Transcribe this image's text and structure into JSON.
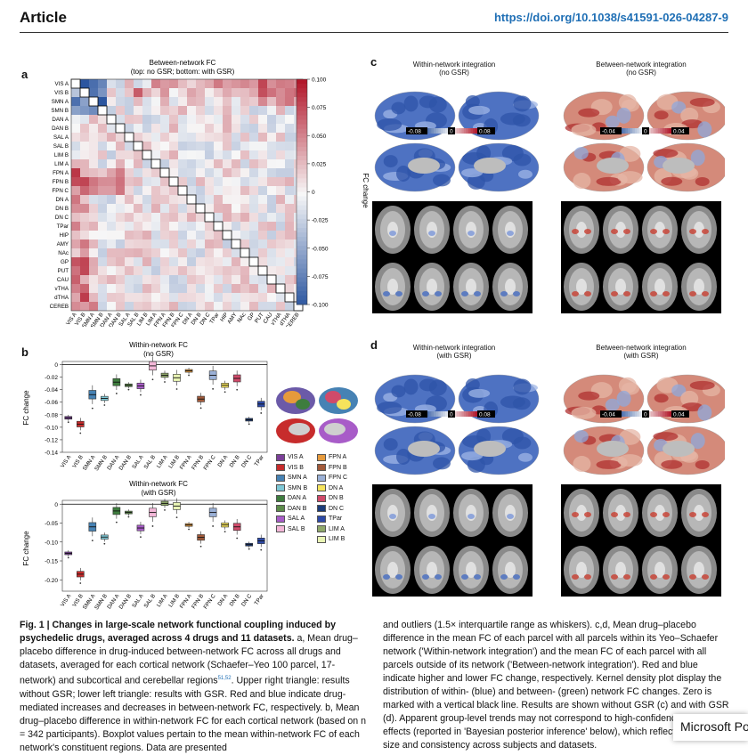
{
  "header": {
    "title": "Article",
    "doi": "https://doi.org/10.1038/s41591-026-04287-9"
  },
  "panel_a": {
    "label": "a",
    "title1": "Between-network FC",
    "title2": "(top: no GSR; bottom: with GSR)",
    "networks": [
      "VIS A",
      "VIS B",
      "SMN A",
      "SMN B",
      "DAN A",
      "DAN B",
      "SAL A",
      "SAL B",
      "LIM B",
      "LIM A",
      "FPN A",
      "FPN B",
      "FPN C",
      "DN A",
      "DN B",
      "DN C",
      "TPar",
      "HIP",
      "AMY",
      "NAc",
      "GP",
      "PUT",
      "CAU",
      "vTHA",
      "dTHA",
      "CEREB"
    ],
    "colorbar_label": "FC change",
    "colorbar_ticks": [
      "0.100",
      "0.075",
      "0.050",
      "0.025",
      "0",
      "-0.025",
      "-0.050",
      "-0.075",
      "-0.100"
    ],
    "colors": {
      "neg": "#2c56a0",
      "pos": "#b2182b",
      "mid": "#f7f7f7"
    }
  },
  "panel_b": {
    "label": "b",
    "top": {
      "title1": "Within-network FC",
      "title2": "(no GSR)",
      "ylabel": "FC change",
      "yticks": [
        "0",
        "-0.02",
        "-0.04",
        "-0.06",
        "-0.08",
        "-0.10",
        "-0.12",
        "-0.14"
      ]
    },
    "bottom": {
      "title1": "Within-network FC",
      "title2": "(with GSR)",
      "ylabel": "FC change",
      "yticks": [
        "0",
        "-0.05",
        "-0.10",
        "-0.15",
        "-0.20"
      ]
    },
    "categories": [
      "VIS A",
      "VIS B",
      "SMN A",
      "SMN B",
      "DAN A",
      "DAN B",
      "SAL A",
      "SAL B",
      "LIM A",
      "LIM B",
      "FPN A",
      "FPN B",
      "FPN C",
      "DN A",
      "DN B",
      "DN C",
      "TPar"
    ]
  },
  "chart_data": [
    {
      "type": "heatmap",
      "title": "Between-network FC",
      "subtitle": "(top: no GSR; bottom: with GSR)",
      "rows": [
        "VIS A",
        "VIS B",
        "SMN A",
        "SMN B",
        "DAN A",
        "DAN B",
        "SAL A",
        "SAL B",
        "LIM B",
        "LIM A",
        "FPN A",
        "FPN B",
        "FPN C",
        "DN A",
        "DN B",
        "DN C",
        "TPar",
        "HIP",
        "AMY",
        "NAc",
        "GP",
        "PUT",
        "CAU",
        "vTHA",
        "dTHA",
        "CEREB"
      ],
      "zlabel": "FC change",
      "zlim": [
        -0.1,
        0.1
      ],
      "highlights": [
        {
          "row": 0,
          "col": 1,
          "value": -0.1
        },
        {
          "row": 2,
          "col": 3,
          "value": -0.1
        },
        {
          "row": 1,
          "col": 7,
          "value": 0.07
        },
        {
          "row": 11,
          "col": 1,
          "value": 0.08
        },
        {
          "row": 11,
          "col": 5,
          "value": 0.06
        },
        {
          "row": 21,
          "col": 0,
          "value": 0.06
        },
        {
          "row": 0,
          "col": 21,
          "value": 0.08
        },
        {
          "row": 1,
          "col": 22,
          "value": 0.06
        }
      ]
    },
    {
      "type": "box",
      "title": "Within-network FC",
      "subtitle": "(no GSR)",
      "ylabel": "FC change",
      "ylim": [
        -0.14,
        0.005
      ],
      "categories": [
        "VIS A",
        "VIS B",
        "SMN A",
        "SMN B",
        "DAN A",
        "DAN B",
        "SAL A",
        "SAL B",
        "LIM A",
        "LIM B",
        "FPN A",
        "FPN B",
        "FPN C",
        "DN A",
        "DN B",
        "DN C",
        "TPar"
      ],
      "series": [
        {
          "values": [
            -0.085,
            -0.095,
            -0.048,
            -0.054,
            -0.028,
            -0.033,
            -0.034,
            -0.002,
            -0.017,
            -0.021,
            -0.01,
            -0.055,
            -0.017,
            -0.033,
            -0.022,
            -0.088,
            -0.063
          ]
        }
      ]
    },
    {
      "type": "box",
      "title": "Within-network FC",
      "subtitle": "(with GSR)",
      "ylabel": "FC change",
      "ylim": [
        -0.23,
        0.01
      ],
      "categories": [
        "VIS A",
        "VIS B",
        "SMN A",
        "SMN B",
        "DAN A",
        "DAN B",
        "SAL A",
        "SAL B",
        "LIM A",
        "LIM B",
        "FPN A",
        "FPN B",
        "FPN C",
        "DN A",
        "DN B",
        "DN C",
        "TPar"
      ],
      "series": [
        {
          "values": [
            -0.13,
            -0.185,
            -0.06,
            -0.087,
            -0.018,
            -0.022,
            -0.063,
            -0.022,
            0.002,
            -0.005,
            -0.055,
            -0.088,
            -0.022,
            -0.055,
            -0.06,
            -0.107,
            -0.097
          ]
        }
      ]
    }
  ],
  "panel_c": {
    "label": "c",
    "left_title1": "Within-network integration",
    "left_title2": "(no GSR)",
    "right_title1": "Between-network integration",
    "right_title2": "(no GSR)",
    "left_scale": [
      "-0.08",
      "0",
      "0.08"
    ],
    "right_scale": [
      "-0.04",
      "0",
      "0.04"
    ]
  },
  "panel_d": {
    "label": "d",
    "left_title1": "Within-network integration",
    "left_title2": "(with GSR)",
    "right_title1": "Between-network integration",
    "right_title2": "(with GSR)",
    "left_scale": [
      "-0.08",
      "0",
      "0.08"
    ],
    "right_scale": [
      "-0.04",
      "0",
      "0.04"
    ]
  },
  "legend": {
    "items": [
      {
        "name": "VIS A",
        "color": "#7b3f98"
      },
      {
        "name": "FPN A",
        "color": "#e69a3c"
      },
      {
        "name": "VIS B",
        "color": "#c72c2c"
      },
      {
        "name": "FPN B",
        "color": "#a25a3a"
      },
      {
        "name": "SMN A",
        "color": "#4682b4"
      },
      {
        "name": "FPN C",
        "color": "#9ab0d6"
      },
      {
        "name": "SMN B",
        "color": "#7ec8d6"
      },
      {
        "name": "DN A",
        "color": "#f5e35c"
      },
      {
        "name": "DAN A",
        "color": "#3e7d3e"
      },
      {
        "name": "DN B",
        "color": "#d04a6a"
      },
      {
        "name": "DAN B",
        "color": "#5c8c4a"
      },
      {
        "name": "DN C",
        "color": "#1c3c7a"
      },
      {
        "name": "SAL A",
        "color": "#a85cc8"
      },
      {
        "name": "TPar",
        "color": "#2d4aa8"
      },
      {
        "name": "SAL B",
        "color": "#f3b7d8"
      },
      {
        "name": "LIM A",
        "color": "#8fa86a"
      },
      {
        "name": "",
        "color": "transparent"
      },
      {
        "name": "LIM B",
        "color": "#e9f5b4"
      }
    ]
  },
  "caption": {
    "left_bold": "Fig. 1 | Changes in large-scale network functional coupling induced by psychedelic drugs, averaged across 4 drugs and 11 datasets.",
    "left_text1": " a, Mean drug–placebo difference in drug-induced between-network FC across all drugs and datasets, averaged for each cortical network (Schaefer–Yeo 100 parcel, 17-network) and subcortical and cerebellar regions",
    "left_sup": "51,52",
    "left_text2": ". Upper right triangle: results without GSR; lower left triangle: results with GSR. Red and blue indicate drug-mediated increases and decreases in between-network FC, respectively.",
    "left_text3": " b, Mean drug–placebo difference in within-network FC for each cortical network (based on n = 342 participants). Boxplot values pertain to the mean within-network FC of each network's constituent regions. Data are presented",
    "right_text": "and outliers (1.5× interquartile range as whiskers). c,d, Mean drug–placebo difference in the mean FC of each parcel with all parcels within its Yeo–Schaefer network ('Within-network integration') and the mean FC of each parcel with all parcels outside of its network ('Between-network integration'). Red and blue indicate higher and lower FC change, respectively. Kernel density plot display the distribution of within- (blue) and between- (green) network FC changes. Zero is marked with a vertical black line. Results are shown without GSR (c) and with GSR (d). Apparent group-level trends may not correspond to high-confidence Bayesian effects (reported in 'Bayesian posterior inference' below), which reflect both effect size and consistency across subjects and datasets."
  },
  "popup": {
    "text": "Microsoft Po"
  }
}
